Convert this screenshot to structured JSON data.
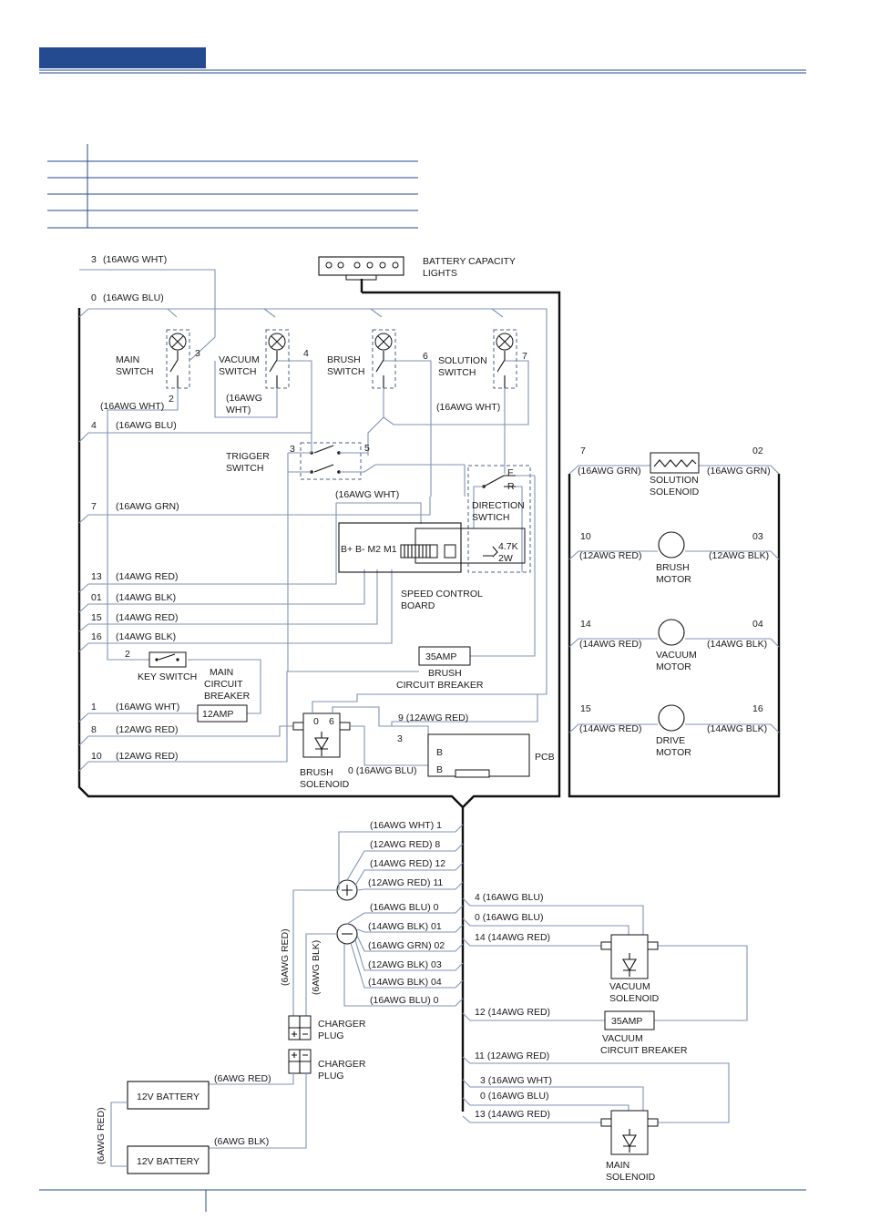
{
  "colors": {
    "header_bar": "#244a8f",
    "wire": "#7f93b5",
    "frame": "#111111"
  },
  "diagram": {
    "top_box": {
      "battery_lights": {
        "line1": "BATTERY CAPACITY",
        "line2": "LIGHTS"
      },
      "left_wires": [
        {
          "num": "3",
          "gauge": "(16AWG WHT)"
        },
        {
          "num": "0",
          "gauge": "(16AWG BLU)"
        },
        {
          "num": "4",
          "gauge": "(16AWG BLU)"
        },
        {
          "num": "7",
          "gauge": "(16AWG GRN)"
        },
        {
          "num": "13",
          "gauge": "(14AWG RED)"
        },
        {
          "num": "01",
          "gauge": "(14AWG BLK)"
        },
        {
          "num": "15",
          "gauge": "(14AWG RED)"
        },
        {
          "num": "16",
          "gauge": "(14AWG BLK)"
        },
        {
          "num": "1",
          "gauge": "(16AWG WHT)"
        },
        {
          "num": "8",
          "gauge": "(12AWG RED)"
        },
        {
          "num": "10",
          "gauge": "(12AWG RED)"
        }
      ],
      "switches": {
        "main": {
          "line1": "MAIN",
          "line2": "SWITCH",
          "n_top": "3",
          "n_bottom": "2",
          "wire": "(16AWG WHT)"
        },
        "vacuum": {
          "line1": "VACUUM",
          "line2": "SWITCH",
          "n": "4",
          "wire1": "(16AWG",
          "wire2": "WHT)"
        },
        "brush": {
          "line1": "BRUSH",
          "line2": "SWITCH",
          "n": "6"
        },
        "solution": {
          "line1": "SOLUTION",
          "line2": "SWITCH",
          "n": "7",
          "wire": "(16AWG WHT)"
        }
      },
      "trigger": {
        "line1": "TRIGGER",
        "line2": "SWITCH",
        "n_left": "3",
        "n_right": "5",
        "wire": "(16AWG WHT)"
      },
      "direction": {
        "line1": "DIRECTION",
        "line2": "SWTICH",
        "f": "F",
        "r": "R",
        "res1": "4.7K",
        "res2": "2W"
      },
      "speed_board": {
        "terminals": "B+ B- M2 M1",
        "line1": "SPEED CONTROL",
        "line2": "BOARD"
      },
      "key_switch": {
        "label": "KEY SWITCH",
        "n": "2"
      },
      "main_breaker": {
        "line1": "MAIN",
        "line2": "CIRCUIT",
        "line3": "BREAKER",
        "rating": "12AMP"
      },
      "brush_breaker": {
        "rating": "35AMP",
        "line1": "BRUSH",
        "line2": "CIRCUIT BREAKER"
      },
      "brush_solenoid": {
        "line1": "BRUSH",
        "line2": "SOLENOID",
        "t0": "0",
        "t6": "6"
      },
      "pcb": {
        "label": "PCB",
        "bplus": "B",
        "bminus": "B",
        "wire9": "9  (12AWG RED)",
        "n3": "3",
        "wire0": "0  (16AWG BLU)"
      }
    },
    "right_box": {
      "solution_solenoid": {
        "left_num": "7",
        "left_wire": "(16AWG GRN)",
        "right_num": "02",
        "right_wire": "(16AWG GRN)",
        "line1": "SOLUTION",
        "line2": "SOLENOID"
      },
      "brush_motor": {
        "left_num": "10",
        "left_wire": "(12AWG RED)",
        "right_num": "03",
        "right_wire": "(12AWG BLK)",
        "line1": "BRUSH",
        "line2": "MOTOR"
      },
      "vacuum_motor": {
        "left_num": "14",
        "left_wire": "(14AWG RED)",
        "right_num": "04",
        "right_wire": "(14AWG BLK)",
        "line1": "VACUUM",
        "line2": "MOTOR"
      },
      "drive_motor": {
        "left_num": "15",
        "left_wire": "(14AWG RED)",
        "right_num": "16",
        "right_wire": "(14AWG BLK)",
        "line1": "DRIVE",
        "line2": "MOTOR"
      }
    },
    "lower": {
      "plus_wires": [
        "(16AWG WHT)  1",
        "(12AWG RED)  8",
        "(14AWG RED) 12",
        "(12AWG RED)  11"
      ],
      "minus_wires": [
        "(16AWG BLU)  0",
        "(14AWG BLK)  01",
        "(16AWG GRN) 02",
        "(12AWG BLK)  03",
        "(14AWG BLK)  04",
        "(16AWG BLU)  0"
      ],
      "right_wires": [
        "4 (16AWG BLU)",
        "0 (16AWG BLU)",
        "14 (14AWG RED)",
        "12 (14AWG RED)",
        "11 (12AWG RED)",
        "3 (16AWG WHT)",
        "0 (16AWG BLU)",
        "13 (14AWG RED)"
      ],
      "vertical_red": "(6AWG RED)",
      "vertical_blk": "(6AWG BLK)",
      "vertical_bat": "(6AWG RED)",
      "charger1": {
        "line1": "CHARGER",
        "line2": "PLUG"
      },
      "charger2": {
        "line1": "CHARGER",
        "line2": "PLUG"
      },
      "battery1": {
        "label": "12V BATTERY",
        "wire": "(6AWG RED)"
      },
      "battery2": {
        "label": "12V BATTERY",
        "wire": "(6AWG BLK)"
      },
      "vacuum_solenoid": {
        "line1": "VACUUM",
        "line2": "SOLENOID"
      },
      "vacuum_breaker": {
        "rating": "35AMP",
        "line1": "VACUUM",
        "line2": "CIRCUIT BREAKER"
      },
      "main_solenoid": {
        "line1": "MAIN",
        "line2": "SOLENOID"
      }
    }
  }
}
